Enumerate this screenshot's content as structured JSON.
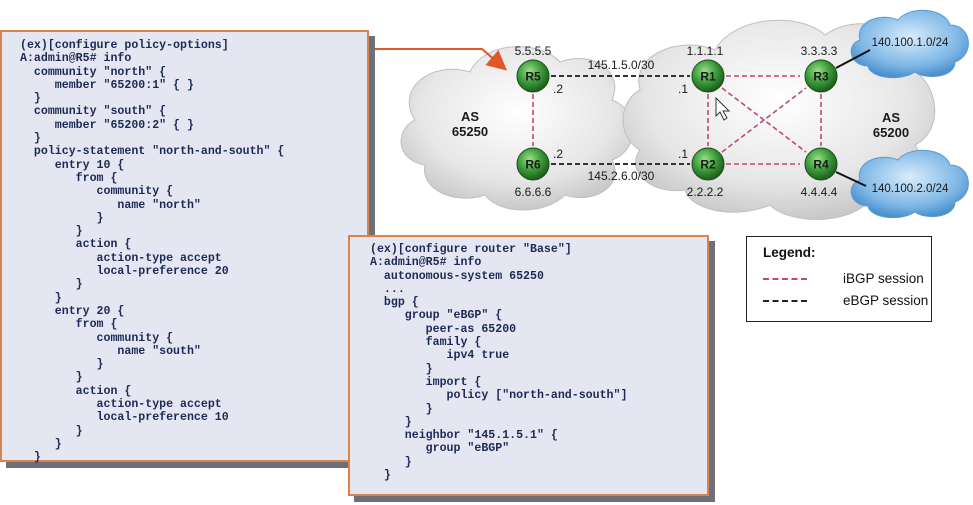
{
  "policy_panel": {
    "lines": [
      "(ex)[configure policy-options]",
      "A:admin@R5# info",
      "  community \"north\" {",
      "     member \"65200:1\" { }",
      "  }",
      "  community \"south\" {",
      "     member \"65200:2\" { }",
      "  }",
      "  policy-statement \"north-and-south\" {",
      "     entry 10 {",
      "        from {",
      "           community {",
      "              name \"north\"",
      "           }",
      "        }",
      "        action {",
      "           action-type accept",
      "           local-preference 20",
      "        }",
      "     }",
      "     entry 20 {",
      "        from {",
      "           community {",
      "              name \"south\"",
      "           }",
      "        }",
      "        action {",
      "           action-type accept",
      "           local-preference 10",
      "        }",
      "     }",
      "  }"
    ]
  },
  "router_panel": {
    "lines": [
      "(ex)[configure router \"Base\"]",
      "A:admin@R5# info",
      "  autonomous-system 65250",
      "  ...",
      "  bgp {",
      "     group \"eBGP\" {",
      "        peer-as 65200",
      "        family {",
      "           ipv4 true",
      "        }",
      "        import {",
      "           policy [\"north-and-south\"]",
      "        }",
      "     }",
      "     neighbor \"145.1.5.1\" {",
      "        group \"eBGP\"",
      "     }",
      "  }"
    ]
  },
  "topology": {
    "as_left": {
      "label": "AS",
      "number": "65250"
    },
    "as_right": {
      "label": "AS",
      "number": "65200"
    },
    "routers": {
      "R5": {
        "name": "R5",
        "system_ip": "5.5.5.5"
      },
      "R6": {
        "name": "R6",
        "system_ip": "6.6.6.6"
      },
      "R1": {
        "name": "R1",
        "system_ip": "1.1.1.1"
      },
      "R2": {
        "name": "R2",
        "system_ip": "2.2.2.2"
      },
      "R3": {
        "name": "R3",
        "system_ip": "3.3.3.3"
      },
      "R4": {
        "name": "R4",
        "system_ip": "4.4.4.4"
      }
    },
    "links": {
      "r5_r1_subnet": "145.1.5.0/30",
      "r6_r2_subnet": "145.2.6.0/30",
      "r5_if": ".2",
      "r1_if": ".1",
      "r6_if": ".2",
      "r2_if": ".1"
    },
    "external_networks": {
      "net1": "140.100.1.0/24",
      "net2": "140.100.2.0/24"
    }
  },
  "legend": {
    "title": "Legend:",
    "items": [
      {
        "label": "iBGP session",
        "color": "#c2457f"
      },
      {
        "label": "eBGP session",
        "color": "#222222"
      }
    ]
  },
  "colors": {
    "accent_orange": "#d9834f",
    "router_green": "#2f8f2f",
    "ibgp": "#c2457f",
    "ebgp": "#333333",
    "code_text": "#1c2a55"
  }
}
